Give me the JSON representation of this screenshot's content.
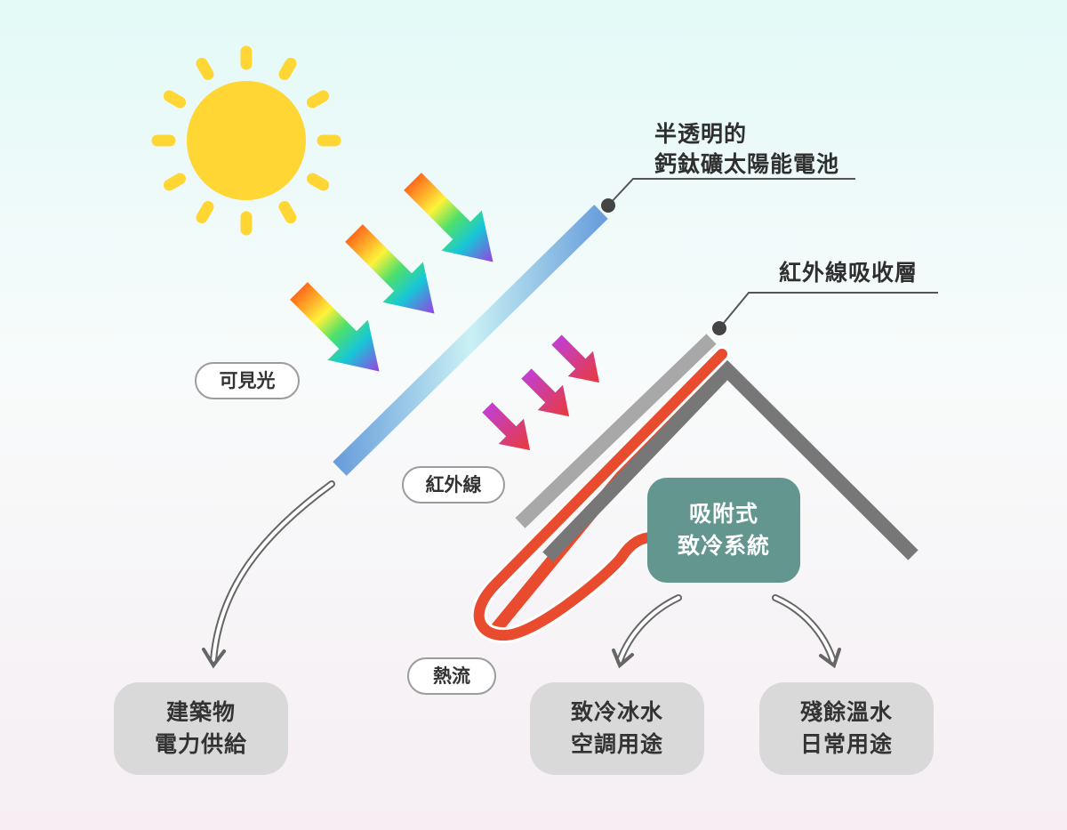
{
  "labels": {
    "solar_cell_line1": "半透明的",
    "solar_cell_line2": "鈣鈦礦太陽能電池",
    "ir_absorber": "紅外線吸收層",
    "visible_light": "可見光",
    "infrared": "紅外線",
    "heat_flow": "熱流",
    "cooling_system_line1": "吸附式",
    "cooling_system_line2": "致冷系統"
  },
  "outputs": [
    {
      "line1": "建築物",
      "line2": "電力供給"
    },
    {
      "line1": "致冷冰水",
      "line2": "空調用途"
    },
    {
      "line1": "殘餘溫水",
      "line2": "日常用途"
    }
  ],
  "colors": {
    "sun": "#FFD633",
    "heat_pipe": "#E94B2E",
    "cooling_box": "#62968F",
    "absorber_gray_light": "#A8A8A8",
    "absorber_gray_dark": "#777777",
    "output_box": "#D9D9D9"
  }
}
